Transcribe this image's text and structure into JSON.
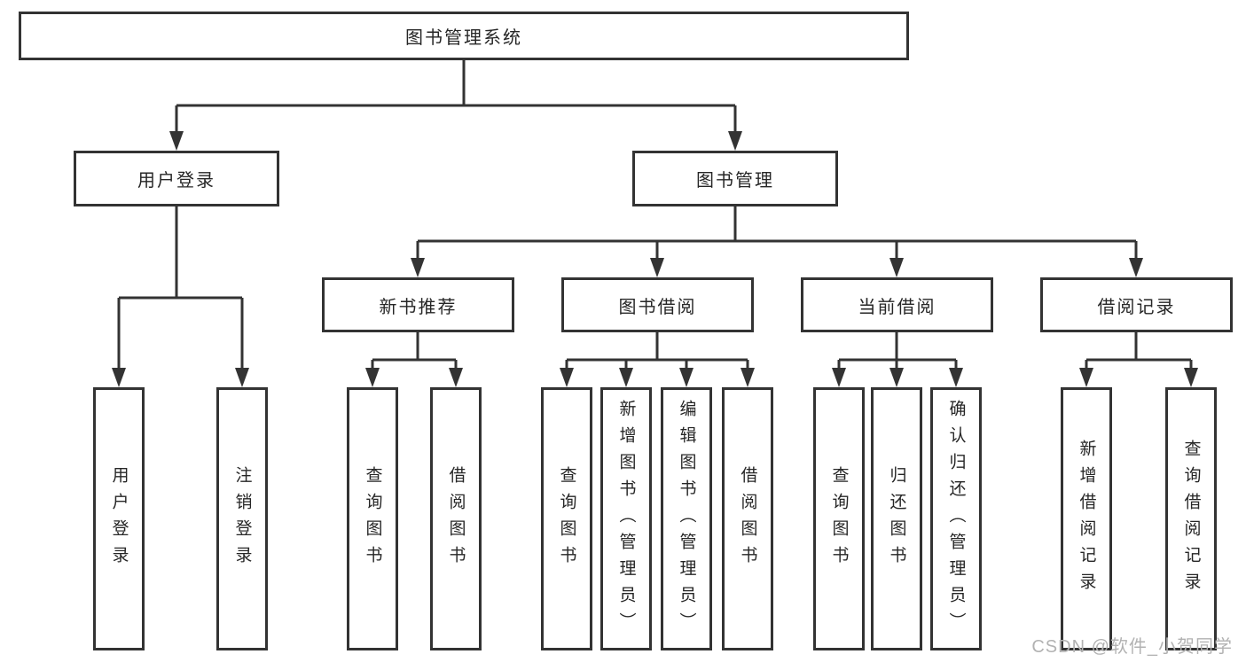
{
  "diagram": {
    "root": "图书管理系统",
    "branches": [
      {
        "label": "用户登录",
        "children": [
          {
            "label": "用户登录"
          },
          {
            "label": "注销登录"
          }
        ]
      },
      {
        "label": "图书管理",
        "children": [
          {
            "label": "新书推荐",
            "children": [
              {
                "label": "查询图书"
              },
              {
                "label": "借阅图书"
              }
            ]
          },
          {
            "label": "图书借阅",
            "children": [
              {
                "label": "查询图书"
              },
              {
                "label": "新增图书（管理员）"
              },
              {
                "label": "编辑图书（管理员）"
              },
              {
                "label": "借阅图书"
              }
            ]
          },
          {
            "label": "当前借阅",
            "children": [
              {
                "label": "查询图书"
              },
              {
                "label": "归还图书"
              },
              {
                "label": "确认归还（管理员）"
              }
            ]
          },
          {
            "label": "借阅记录",
            "children": [
              {
                "label": "新增借阅记录"
              },
              {
                "label": "查询借阅记录"
              }
            ]
          }
        ]
      }
    ]
  },
  "watermark": "CSDN @软件_小贺同学",
  "colors": {
    "line": "#333333",
    "text": "#262626",
    "watermark": "#b2b2b2",
    "background": "#ffffff"
  }
}
